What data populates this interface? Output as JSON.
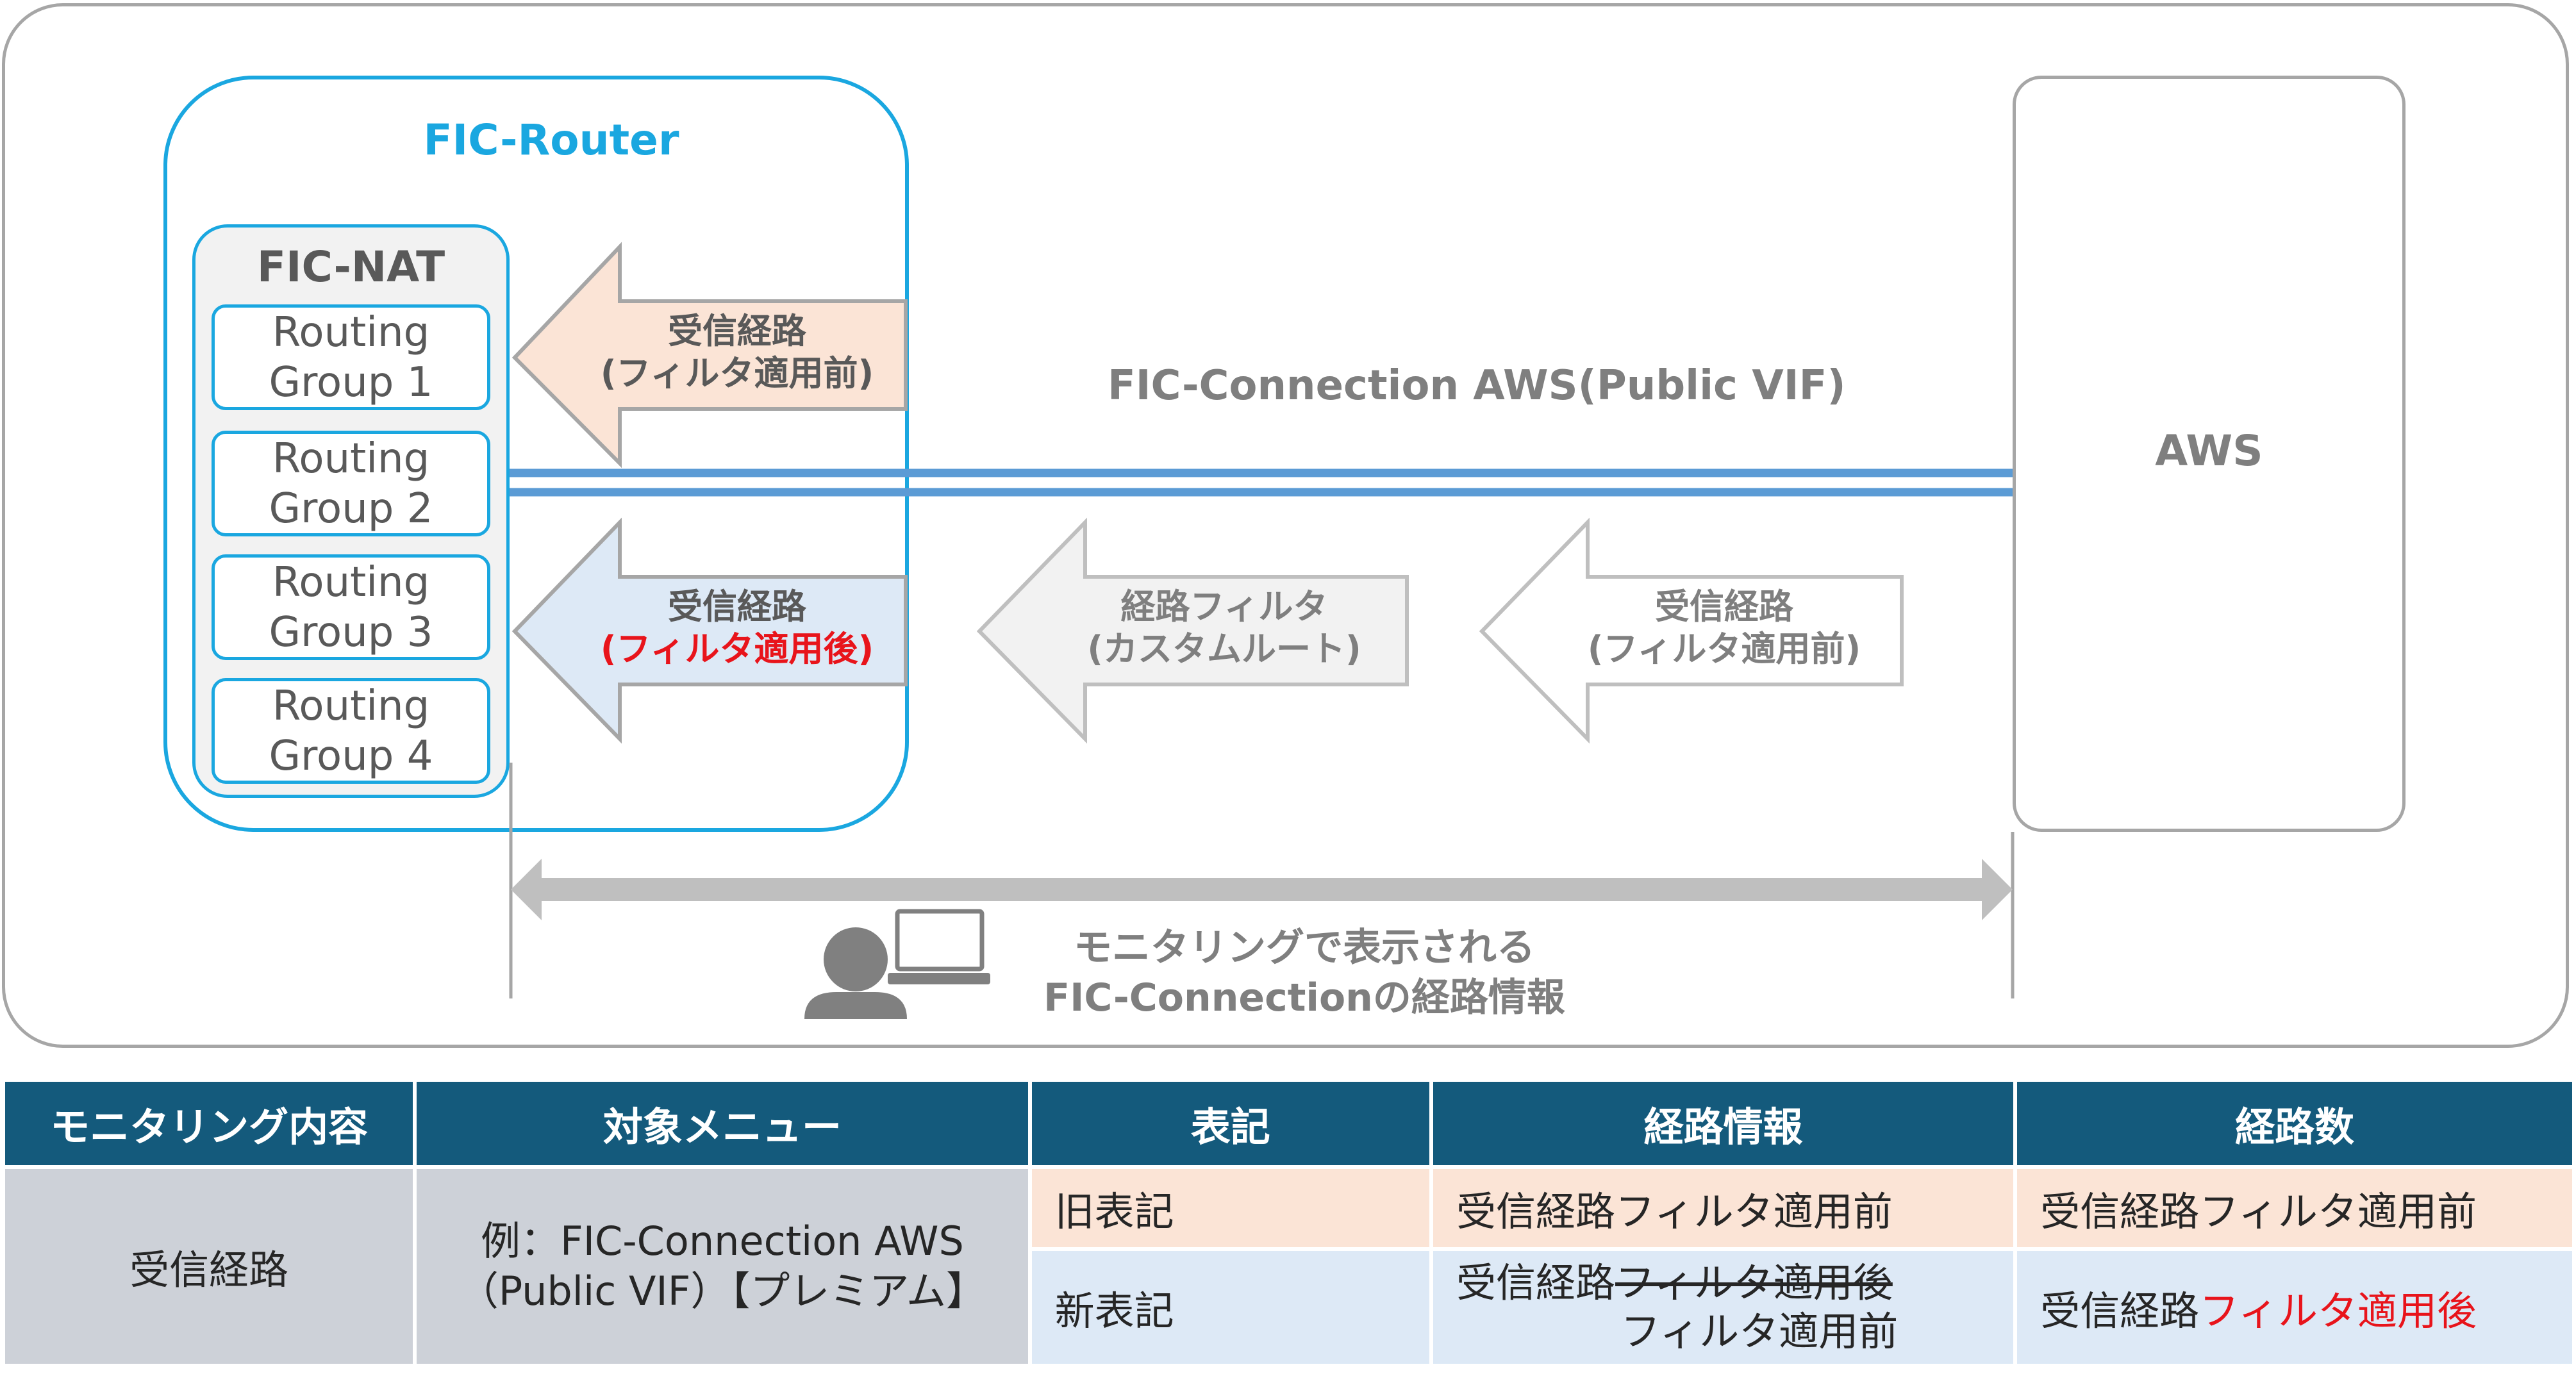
{
  "diagram": {
    "router_label": "FIC-Router",
    "nat_label": "FIC-NAT",
    "routing_groups": [
      {
        "line1": "Routing",
        "line2": "Group 1"
      },
      {
        "line1": "Routing",
        "line2": "Group 2"
      },
      {
        "line1": "Routing",
        "line2": "Group 3"
      },
      {
        "line1": "Routing",
        "line2": "Group 4"
      }
    ],
    "aws_label": "AWS",
    "connection_label": "FIC-Connection AWS(Public VIF)",
    "arrow_top": {
      "line1": "受信経路",
      "line2": "(フィルタ適用前)"
    },
    "arrow_after": {
      "line1": "受信経路",
      "line2": "(フィルタ適用後)"
    },
    "arrow_filter": {
      "line1": "経路フィルタ",
      "line2": "(カスタムルート)"
    },
    "arrow_aws": {
      "line1": "受信経路",
      "line2": "(フィルタ適用前)"
    },
    "monitor_line1": "モニタリングで表示される",
    "monitor_line2": "FIC-Connectionの経路情報",
    "colors": {
      "blue": "#1aa7e0",
      "red": "#e8141b",
      "gray": "#a6a6a6",
      "link": "#5b9bd5"
    }
  },
  "table": {
    "headers": [
      "モニタリング内容",
      "対象メニュー",
      "表記",
      "経路情報",
      "経路数"
    ],
    "content": "受信経路",
    "menu_line1": "例：FIC-Connection AWS",
    "menu_line2": "（Public VIF）【プレミアム】",
    "old": {
      "label": "旧表記",
      "info": "受信経路フィルタ適用前",
      "count": "受信経路フィルタ適用前"
    },
    "new": {
      "label": "新表記",
      "info_prefix": "受信経路",
      "info_struck": "フィルタ適用後",
      "info_line2": "フィルタ適用前",
      "count_prefix": "受信経路",
      "count_red": "フィルタ適用後"
    }
  }
}
